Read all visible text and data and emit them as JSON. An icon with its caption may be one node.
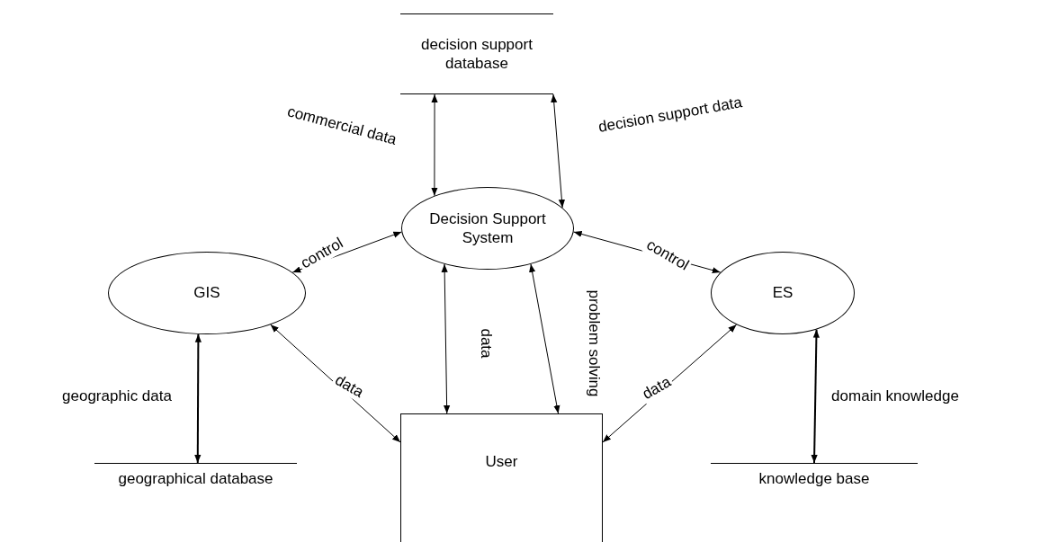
{
  "diagram": {
    "nodes": [
      {
        "text": [
          "decision support database"
        ]
      },
      {
        "text": [
          "Decision Support System"
        ]
      },
      {
        "text": [
          "GIS"
        ]
      },
      {
        "text": [
          "ES"
        ]
      },
      {
        "text": [
          "User"
        ]
      },
      {
        "text": [
          "geographical database"
        ]
      },
      {
        "text": [
          "knowledge base"
        ]
      }
    ],
    "edges": [
      {
        "from": 0,
        "to": 1,
        "arrow": "both",
        "label": "commercial data"
      },
      {
        "from": 0,
        "to": 1,
        "arrow": "both",
        "label": "decision support data"
      },
      {
        "from": 1,
        "to": 2,
        "arrow": "both",
        "label": "control"
      },
      {
        "from": 1,
        "to": 3,
        "arrow": "both",
        "label": "control"
      },
      {
        "from": 1,
        "to": 4,
        "arrow": "both",
        "label": "data"
      },
      {
        "from": 1,
        "to": 4,
        "arrow": "both",
        "label": "problem solving"
      },
      {
        "from": 2,
        "to": 4,
        "arrow": "both",
        "label": "data"
      },
      {
        "from": 3,
        "to": 4,
        "arrow": "both",
        "label": "data"
      },
      {
        "from": 2,
        "to": 5,
        "arrow": "both",
        "label": "geographic data"
      },
      {
        "from": 3,
        "to": 6,
        "arrow": "both",
        "label": "domain knowledge"
      }
    ]
  }
}
